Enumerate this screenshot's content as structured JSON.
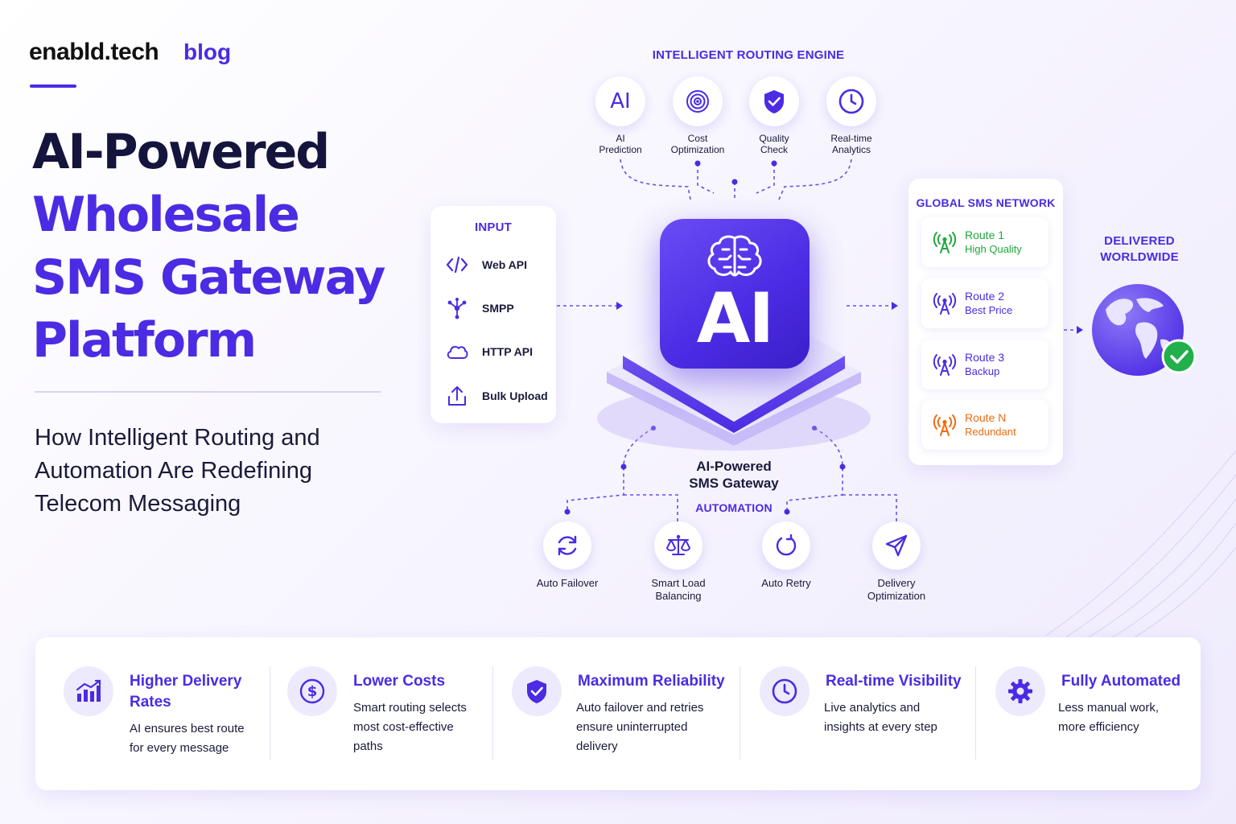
{
  "brand": {
    "name": "enabld.tech",
    "section": "blog"
  },
  "headline": {
    "line1": "AI-Powered",
    "line2": "Wholesale",
    "line3": "SMS Gateway",
    "line4": "Platform"
  },
  "subtitle": {
    "line1": "How Intelligent Routing and",
    "line2": "Automation Are Redefining",
    "line3": "Telecom Messaging"
  },
  "routing_engine": {
    "title": "INTELLIGENT ROUTING ENGINE",
    "items": [
      {
        "icon": "ai-icon",
        "glyph": "AI",
        "label_line1": "AI",
        "label_line2": "Prediction"
      },
      {
        "icon": "target-icon",
        "label_line1": "Cost",
        "label_line2": "Optimization"
      },
      {
        "icon": "shield-check-icon",
        "label_line1": "Quality",
        "label_line2": "Check"
      },
      {
        "icon": "clock-icon",
        "label_line1": "Real-time",
        "label_line2": "Analytics"
      }
    ]
  },
  "input": {
    "title": "INPUT",
    "items": [
      {
        "icon": "code-icon",
        "label": "Web API"
      },
      {
        "icon": "network-icon",
        "label": "SMPP"
      },
      {
        "icon": "cloud-icon",
        "label": "HTTP API"
      },
      {
        "icon": "upload-icon",
        "label": "Bulk Upload"
      }
    ]
  },
  "hub": {
    "chip_text": "AI",
    "label_line1": "AI-Powered",
    "label_line2": "SMS Gateway"
  },
  "network": {
    "title": "GLOBAL SMS NETWORK",
    "routes": [
      {
        "name": "Route 1",
        "sub": "High Quality",
        "color": "#1ea83c"
      },
      {
        "name": "Route 2",
        "sub": "Best Price",
        "color": "#4b2be3"
      },
      {
        "name": "Route 3",
        "sub": "Backup",
        "color": "#4b2be3"
      },
      {
        "name": "Route N",
        "sub": "Redundant",
        "color": "#f06a10"
      }
    ]
  },
  "delivered": {
    "line1": "DELIVERED",
    "line2": "WORLDWIDE"
  },
  "automation": {
    "title": "AUTOMATION",
    "items": [
      {
        "icon": "refresh-icon",
        "label_line1": "Auto Failover",
        "label_line2": ""
      },
      {
        "icon": "scale-icon",
        "label_line1": "Smart Load",
        "label_line2": "Balancing"
      },
      {
        "icon": "retry-icon",
        "label_line1": "Auto Retry",
        "label_line2": ""
      },
      {
        "icon": "send-icon",
        "label_line1": "Delivery",
        "label_line2": "Optimization"
      }
    ]
  },
  "features": [
    {
      "icon": "bar-chart-icon",
      "title_line1": "Higher Delivery",
      "title_line2": "Rates",
      "desc_line1": "AI ensures best route",
      "desc_line2": "for every message",
      "desc_line3": ""
    },
    {
      "icon": "dollar-icon",
      "title_line1": "Lower Costs",
      "title_line2": "",
      "desc_line1": "Smart routing selects",
      "desc_line2": "most cost-effective",
      "desc_line3": "paths"
    },
    {
      "icon": "shield-check-icon",
      "title_line1": "Maximum Reliability",
      "title_line2": "",
      "desc_line1": "Auto failover and retries",
      "desc_line2": "ensure uninterrupted",
      "desc_line3": "delivery"
    },
    {
      "icon": "clock-icon",
      "title_line1": "Real-time Visibility",
      "title_line2": "",
      "desc_line1": "Live analytics and",
      "desc_line2": "insights at every step",
      "desc_line3": ""
    },
    {
      "icon": "gear-icon",
      "title_line1": "Fully Automated",
      "title_line2": "",
      "desc_line1": "Less manual work,",
      "desc_line2": "more efficiency",
      "desc_line3": ""
    }
  ],
  "colors": {
    "accent": "#4b2be3",
    "dark": "#14143d",
    "success": "#21b04b",
    "route_green": "#1ea83c",
    "route_orange": "#f06a10"
  }
}
